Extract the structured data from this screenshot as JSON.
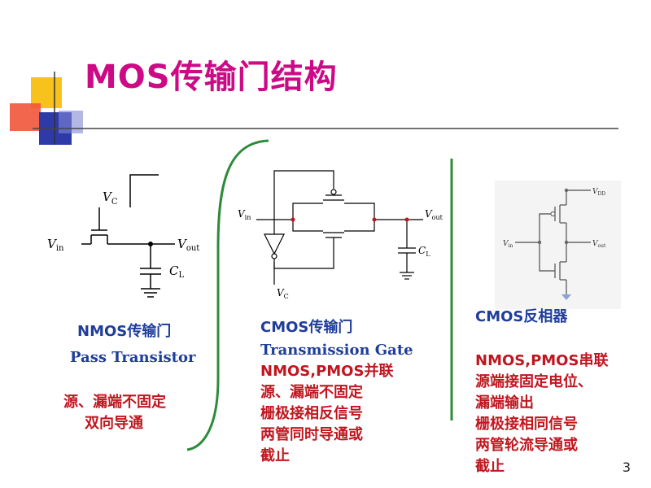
{
  "slide": {
    "title": "MOS传输门结构",
    "page_number": "3"
  },
  "left": {
    "circuit": {
      "vc_label": "V",
      "vc_sub": "C",
      "vin_label": "V",
      "vin_sub": "in",
      "vout_label": "V",
      "vout_sub": "out",
      "cl_label": "C",
      "cl_sub": "L"
    },
    "heading": "NMOS传输门",
    "subheading": "Pass Transistor",
    "notes": [
      "源、漏端不固定",
      "双向导通"
    ]
  },
  "middle": {
    "circuit": {
      "vin_label": "V",
      "vin_sub": "in",
      "vout_label": "V",
      "vout_sub": "out",
      "cl_label": "C",
      "cl_sub": "L",
      "vc_label": "V",
      "vc_sub": "C"
    },
    "heading": "CMOS传输门",
    "subheading": "Transmission  Gate",
    "notes": [
      "NMOS,PMOS并联",
      "源、漏端不固定",
      "栅极接相反信号",
      "两管同时导通或",
      "截止"
    ]
  },
  "right": {
    "circuit": {
      "vdd_label": "V",
      "vdd_sub": "DD",
      "vin_label": "V",
      "vin_sub": "in",
      "vout_label": "V",
      "vout_sub": "out"
    },
    "heading": "CMOS反相器",
    "notes": [
      "NMOS,PMOS串联",
      "源端接固定电位、",
      "漏端输出",
      "栅极接相同信号",
      "两管轮流导通或",
      "截止"
    ]
  },
  "colors": {
    "title": "#cc0a86",
    "blue_text": "#1f3d9a",
    "red_text": "#c0161f",
    "divider_green": "#2e8b3a",
    "deco_yellow": "#f7c21b",
    "deco_red": "#f0553a",
    "deco_blue": "#2d3aa8"
  }
}
